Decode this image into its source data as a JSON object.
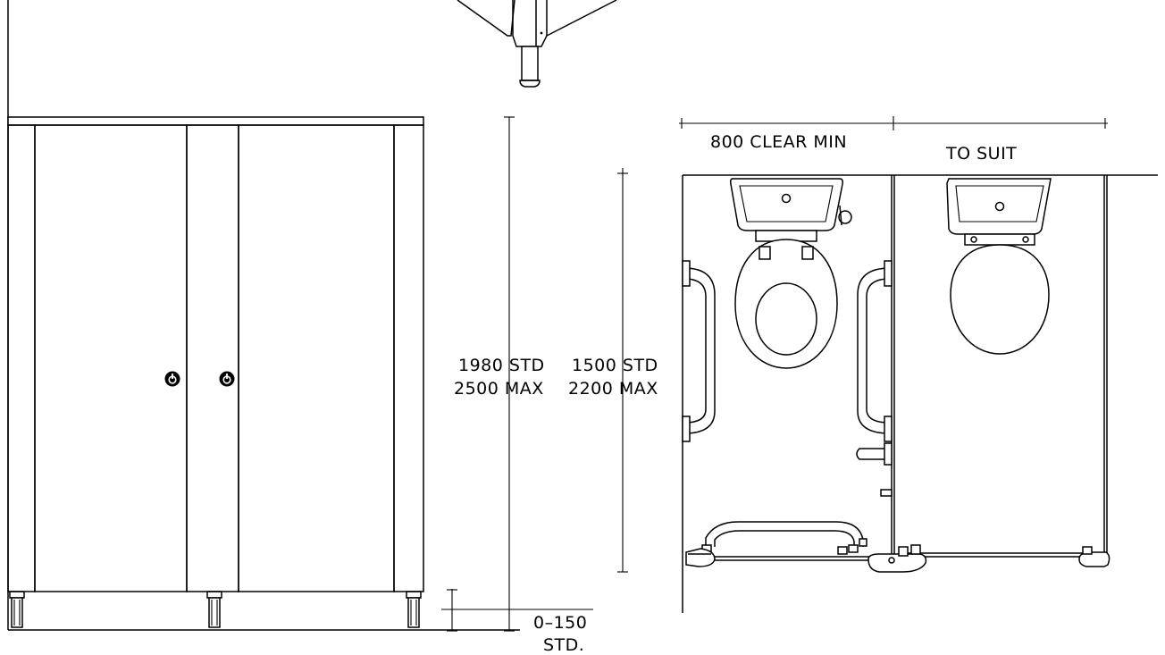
{
  "labels": {
    "clear_width": "800 CLEAR MIN",
    "adjacent_width": "TO SUIT",
    "overall_height_std": "1980 STD",
    "overall_height_max": "2500 MAX",
    "panel_height_std": "1500 STD",
    "panel_height_max": "2200 MAX",
    "leg_clearance": "0–150",
    "leg_clearance_note": "STD."
  },
  "icons": {
    "door_indicator": "power-symbol-icon"
  }
}
